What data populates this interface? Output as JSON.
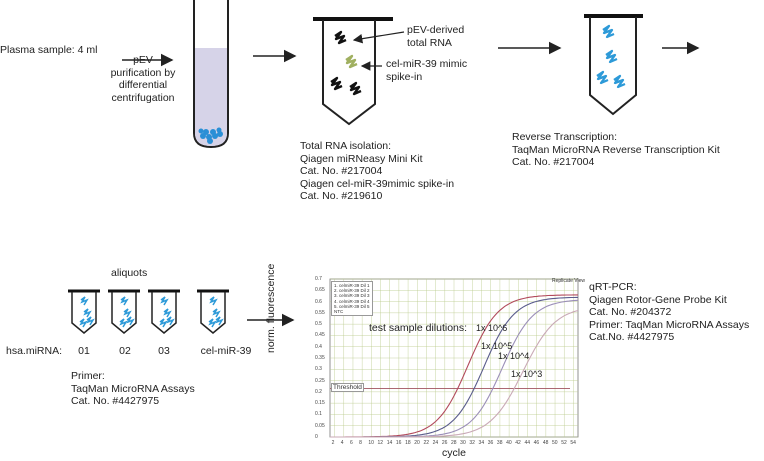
{
  "step1": {
    "input": "Plasma sample: 4 ml",
    "lines": [
      "pEV",
      "purification by",
      "differential",
      "centrifugation"
    ]
  },
  "step2": {
    "label_rna": [
      "pEV-derived",
      "total RNA"
    ],
    "label_mimic": [
      "cel-miR-39 mimic",
      "spike-in"
    ],
    "caption": [
      "Total RNA isolation:",
      "Qiagen miRNeasy Mini Kit",
      "Cat. No. #217004",
      "Qiagen cel-miR-39mimic spike-in",
      "Cat. No. #219610"
    ]
  },
  "step3": {
    "caption": [
      "Reverse Transcription:",
      "TaqMan MicroRNA Reverse Transcription Kit",
      "Cat. No. #217004"
    ]
  },
  "aliquots": {
    "title": "aliquots",
    "row_label": "hsa.miRNA:",
    "tubes": [
      "01",
      "02",
      "03",
      "cel-miR-39"
    ],
    "primer": [
      "Primer:",
      "TaqMan MicroRNA Assays",
      "Cat. No. #4427975"
    ]
  },
  "qpcr": {
    "caption": [
      "qRT-PCR:",
      "Qiagen Rotor-Gene Probe Kit",
      "Cat. No. #204372",
      "Primer: TaqMan MicroRNA Assays",
      "Cat.No. #4427975"
    ]
  },
  "chart_data": {
    "type": "line",
    "xlabel": "cycle",
    "ylabel": "norm. fluorescence",
    "xlim": [
      1,
      55
    ],
    "ylim": [
      0,
      0.7
    ],
    "x_ticks": [
      2,
      4,
      6,
      8,
      10,
      12,
      14,
      16,
      18,
      20,
      22,
      24,
      26,
      28,
      30,
      32,
      34,
      36,
      38,
      40,
      42,
      44,
      46,
      48,
      50,
      52,
      54
    ],
    "y_ticks": [
      0,
      0.05,
      0.1,
      0.15,
      0.2,
      0.25,
      0.3,
      0.35,
      0.4,
      0.45,
      0.5,
      0.55,
      0.6,
      0.65,
      0.7
    ],
    "annotation_title": "test sample dilutions:",
    "threshold_label": "Threshold",
    "threshold": 0.215,
    "header_note": "Replicate View",
    "legend": [
      "1. celmiR-39 Dil 1",
      "2. celmiR-39 Dil 2",
      "3. celmiR-39 Dil 3",
      "4. celmiR-39 Dil 4",
      "5. celmiR-39 Dil 5",
      "NTC"
    ],
    "series": [
      {
        "name": "1x 10^6",
        "color": "#b24a5c",
        "plateau": 0.63,
        "midpoint": 31,
        "slope": 0.3
      },
      {
        "name": "1x 10^5",
        "color": "#5a5c8c",
        "plateau": 0.62,
        "midpoint": 34.5,
        "slope": 0.3
      },
      {
        "name": "1x 10^4",
        "color": "#9b8fb8",
        "plateau": 0.61,
        "midpoint": 38.5,
        "slope": 0.3
      },
      {
        "name": "1x 10^3",
        "color": "#c9a9b6",
        "plateau": 0.58,
        "midpoint": 43,
        "slope": 0.28
      }
    ],
    "series_labels": [
      "1x 10^6",
      "1x 10^5",
      "1x 10^4",
      "1x 10^3"
    ]
  },
  "colors": {
    "tube_fill": "#d6d3e8",
    "pellet": "#2a8fd6",
    "rna_black": "#111111",
    "rna_green": "#a0b060",
    "cdna_blue": "#2d9ad8",
    "grid": "#b9c98a",
    "threshold": "#a0525e"
  }
}
